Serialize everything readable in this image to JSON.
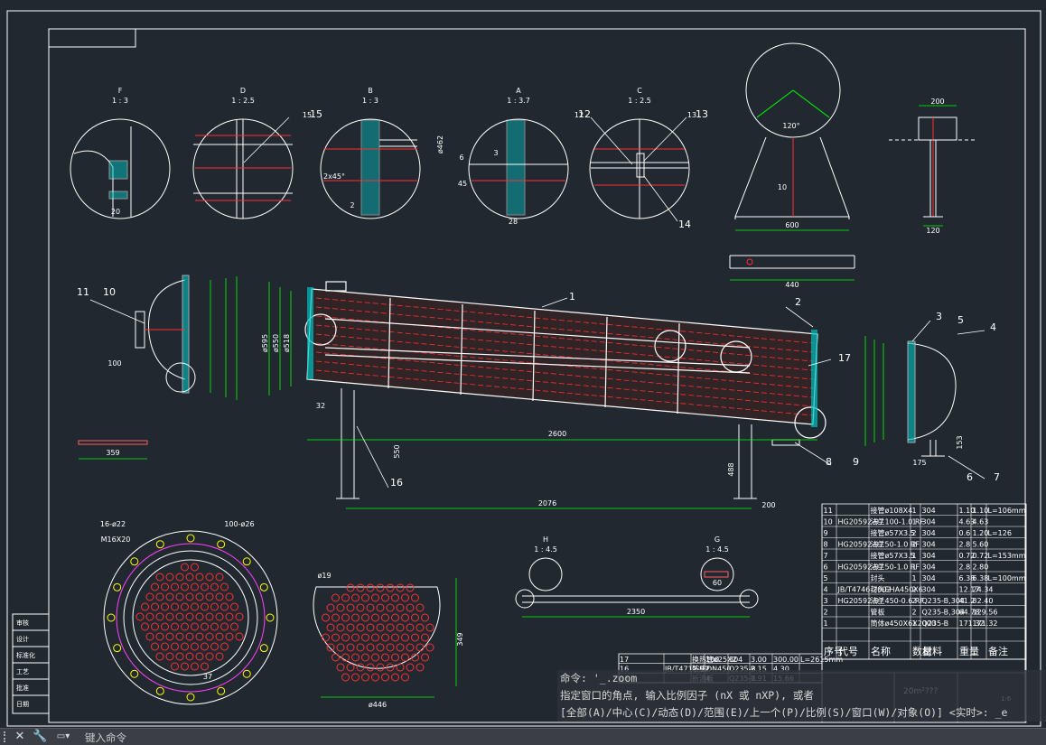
{
  "drawing": {
    "frame_color": "#ffffff",
    "line_colors": {
      "outline": "#ffffff",
      "dimension": "#00ff00",
      "center": "#ff3030",
      "annotation": "#ffff00",
      "magenta": "#ff40ff",
      "cyan": "#00ffff"
    },
    "detail_titles": [
      {
        "letter": "F",
        "scale": "1 : 3"
      },
      {
        "letter": "D",
        "scale": "1 : 2.5"
      },
      {
        "letter": "B",
        "scale": "1 : 3"
      },
      {
        "letter": "A",
        "scale": "1 : 3.7"
      },
      {
        "letter": "C",
        "scale": "1 : 2.5"
      },
      {
        "letter": "H",
        "scale": "1 : 4.5"
      },
      {
        "letter": "G",
        "scale": "1 : 4.5"
      }
    ],
    "dimensions": {
      "length_total": "2600",
      "support_span": "2076",
      "plate_len": "359",
      "rod_len": "2350",
      "saddle_width": "600",
      "saddle_base": "440",
      "support_offset": "200",
      "h550": "550",
      "h488": "488",
      "d595": "ø595",
      "d550": "ø550",
      "d518": "ø518",
      "d446": "ø446",
      "d462": "ø462",
      "w200": "200",
      "w120": "120",
      "w100": "100",
      "w32": "32",
      "w28": "28",
      "w20": "20",
      "w60": "60",
      "w175": "175",
      "w153": "153",
      "w349": "349",
      "w37": "37",
      "w10": "10",
      "w12": "12",
      "w13": "13",
      "w15": "15",
      "w6": "6",
      "w45": "45",
      "w3": "3",
      "w2": "2",
      "angle120": "120°",
      "h16x22": "16-ø22",
      "h100x26": "100-ø26",
      "m16": "M16X20",
      "d19": "ø19",
      "chamfer": "2x45°"
    },
    "balloons": [
      "1",
      "2",
      "3",
      "4",
      "5",
      "6",
      "7",
      "8",
      "9",
      "10",
      "11",
      "12",
      "13",
      "14",
      "15",
      "16",
      "17"
    ],
    "bom": {
      "rows": [
        {
          "no": "11",
          "code": "",
          "name": "接管ø108X4",
          "qty": "1",
          "mat": "304",
          "w1": "1.10",
          "w2": "1.10",
          "note": "L=106mm"
        },
        {
          "no": "10",
          "code": "HG20592-97",
          "name": "法兰100-1.0 RF",
          "qty": "1",
          "mat": "304",
          "w1": "4.63",
          "w2": "4.63",
          "note": ""
        },
        {
          "no": "9",
          "code": "",
          "name": "接管ø57X3.5",
          "qty": "2",
          "mat": "304",
          "w1": "0.6",
          "w2": "1.20",
          "note": "L=126"
        },
        {
          "no": "8",
          "code": "HG20592-97",
          "name": "法兰50-1.0 RF",
          "qty": "2",
          "mat": "304",
          "w1": "2.8",
          "w2": "5.60",
          "note": ""
        },
        {
          "no": "7",
          "code": "",
          "name": "接管ø57X3.5",
          "qty": "1",
          "mat": "304",
          "w1": "0.72",
          "w2": "0.72",
          "note": "L=153mm"
        },
        {
          "no": "6",
          "code": "HG20592-97",
          "name": "法兰50-1.0 RF",
          "qty": "1",
          "mat": "304",
          "w1": "2.8",
          "w2": "2.80",
          "note": ""
        },
        {
          "no": "5",
          "code": "",
          "name": "封头",
          "qty": "1",
          "mat": "304",
          "w1": "6.38",
          "w2": "6.38",
          "note": "L=100mm"
        },
        {
          "no": "4",
          "code": "JB/T4746-2002",
          "name": "封头EHA450X6",
          "qty": "2",
          "mat": "304",
          "w1": "12.17",
          "w2": "24.34",
          "note": ""
        },
        {
          "no": "3",
          "code": "HG20592-97",
          "name": "法兰450-0.6 RF",
          "qty": "2",
          "mat": "Q235-B,304",
          "w1": "41.2",
          "w2": "82.40",
          "note": ""
        },
        {
          "no": "2",
          "code": "",
          "name": "管板",
          "qty": "2",
          "mat": "Q235-B,304",
          "w1": "64.78",
          "w2": "129.56",
          "note": ""
        },
        {
          "no": "1",
          "code": "",
          "name": "筒体ø450X6X2000",
          "qty": "1",
          "mat": "Q235-B",
          "w1": "171.32",
          "w2": "171.32",
          "note": ""
        }
      ],
      "header": {
        "no": "序号",
        "code": "代号",
        "name": "名称",
        "qty": "数量",
        "mat": "材料",
        "weight": "重量",
        "note": "备注"
      },
      "lower_rows": [
        {
          "no": "17",
          "code": "",
          "name": "换热管ø25X2",
          "qty": "100",
          "mat": "304",
          "w1": "3.00",
          "w2": "300.00",
          "note": "L=2615mm"
        },
        {
          "no": "16",
          "code": "JB/T4712-92",
          "name": "鞍座DN450",
          "qty": "2",
          "mat": "Q235-B",
          "w1": "2.15",
          "w2": "4.30",
          "note": ""
        },
        {
          "no": "15",
          "code": "",
          "name": "折流板",
          "qty": "4",
          "mat": "Q235-B",
          "w1": "3.91",
          "w2": "15.66",
          "note": ""
        }
      ],
      "title_block": {
        "name": "20m²???",
        "scale_label": "1:6"
      }
    },
    "left_strip_labels": [
      "审核",
      "设计",
      "标准化",
      "工艺",
      "批准",
      "日期"
    ]
  },
  "command_line": {
    "history": [
      "命令: '_.zoom",
      "指定窗口的角点, 输入比例因子 (nX 或 nXP), 或者",
      "[全部(A)/中心(C)/动态(D)/范围(E)/上一个(P)/比例(S)/窗口(W)/对象(O)] <实时>: _e"
    ],
    "placeholder": "键入命令",
    "close_glyph": "✕",
    "custom_glyph": "🔧"
  }
}
